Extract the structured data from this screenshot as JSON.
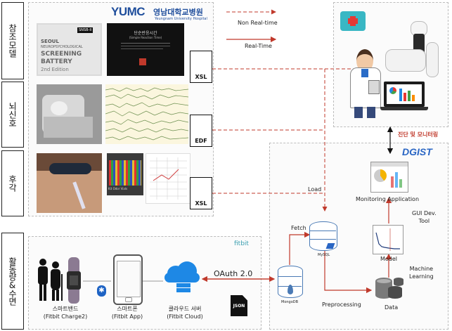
{
  "sidebar": {
    "reference_model": "참조모델",
    "eeg": "뇌신호",
    "smell": "후각",
    "activity_sleep": "활동량&수면"
  },
  "hospital_logo": {
    "mark": "YUMC",
    "name": "영남대학교병원",
    "sub": "Yeungnam University Hospital"
  },
  "photos": {
    "snsb_book": {
      "badge": "SNSB-II",
      "line1": "SEOUL",
      "line2": "NEUROPSYCHOLOGICAL",
      "line3": "SCREENING",
      "line4": "BATTERY",
      "edition": "2nd Edition"
    },
    "reaction_screen": {
      "title": "단순반응시간",
      "subtitle": "(Simple Reaction Time)"
    },
    "smell_kit_label": "Kit Odor Vials"
  },
  "files": {
    "xsl_top": "XSL",
    "edf": "EDF",
    "xsl_bottom": "XSL",
    "json": "JSON"
  },
  "legend": {
    "non_realtime": "Non Real-time",
    "realtime": "Real-Time"
  },
  "arrows": {
    "load": "Load",
    "fetch": "Fetch",
    "preprocessing": "Preprocessing",
    "oauth": "OAuth 2.0",
    "diagnosis": "진단 및 모니터링"
  },
  "dgist_logo": "DGIST",
  "fitbit_logo": "fitbit",
  "nodes": {
    "monitoring_app": "Monitoring Application",
    "gui_tool": "GUI Dev.\nTool",
    "model": "Model",
    "machine_learning": "Machine\nLearning",
    "data": "Data",
    "mysql": "MySQL",
    "mongodb": "MongoDB"
  },
  "devices": {
    "band": {
      "name": "스마트밴드",
      "sub": "(Fitbit Charge2)"
    },
    "phone": {
      "name": "스마트폰",
      "sub": "(Fitbit App)"
    },
    "cloud": {
      "name": "클라우드 서버",
      "sub": "(Fitbit Cloud)"
    }
  },
  "colors": {
    "red": "#c0392b",
    "dash": "#bdbdbd"
  }
}
